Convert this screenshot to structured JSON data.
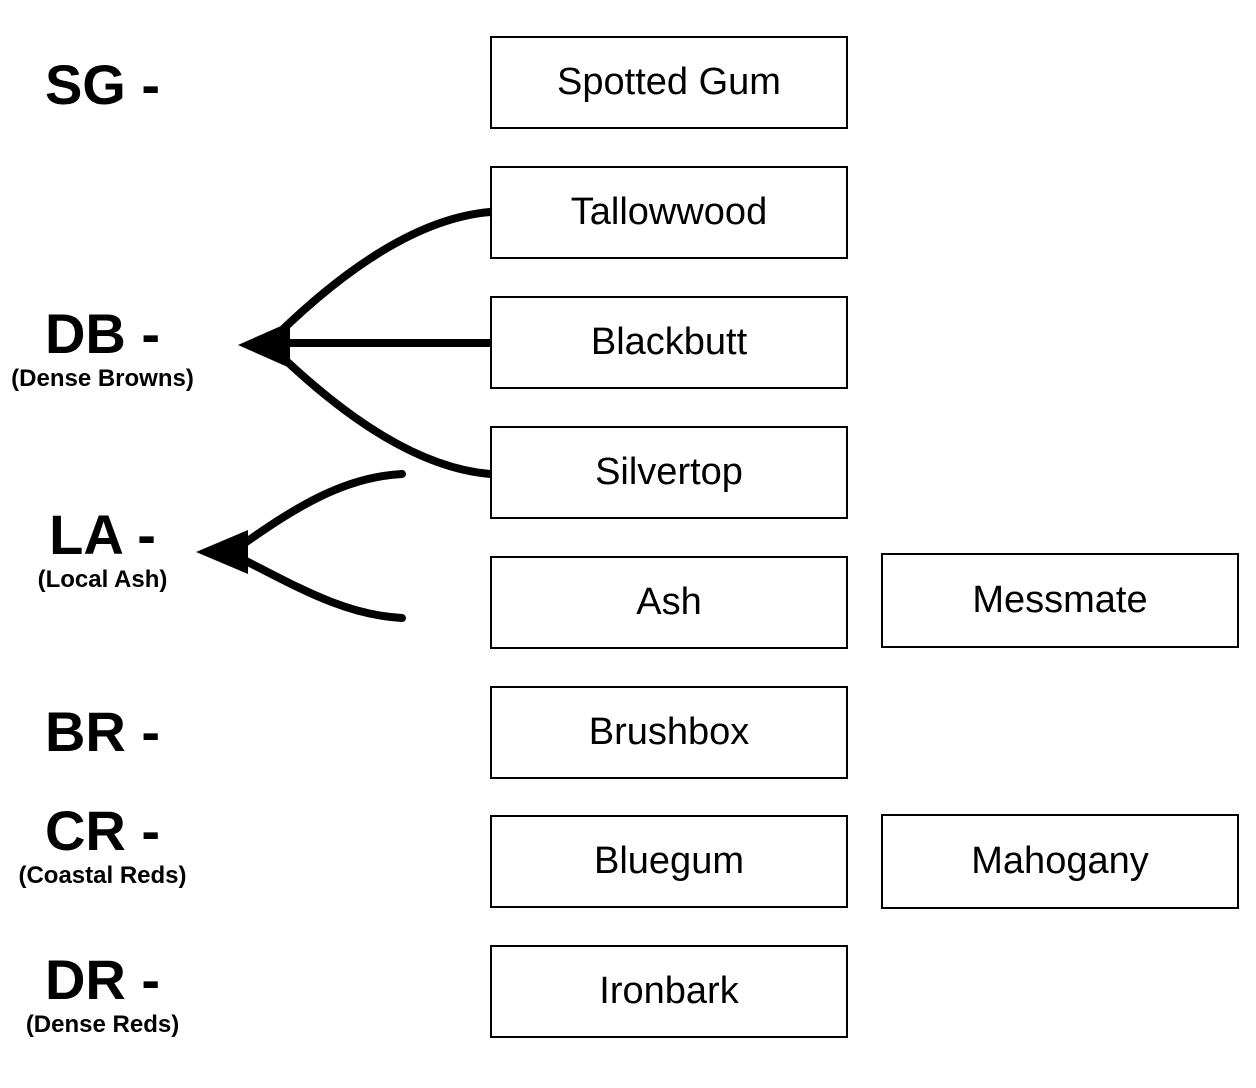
{
  "colors": {
    "ink": "#000000",
    "background": "#ffffff"
  },
  "groups": {
    "sg": {
      "code": "SG -"
    },
    "db": {
      "code": "DB -",
      "name": "(Dense Browns)"
    },
    "la": {
      "code": "LA -",
      "name": "(Local Ash)"
    },
    "br": {
      "code": "BR -"
    },
    "cr": {
      "code": "CR -",
      "name": "(Coastal Reds)"
    },
    "dr": {
      "code": "DR -",
      "name": "(Dense Reds)"
    }
  },
  "boxes": {
    "col1": [
      "Spotted Gum",
      "Tallowwood",
      "Blackbutt",
      "Silvertop",
      "Ash",
      "Brushbox",
      "Bluegum",
      "Ironbark"
    ],
    "col2": [
      "Messmate",
      "Mahogany"
    ]
  },
  "connections": [
    {
      "from": "Tallowwood",
      "to": "DB"
    },
    {
      "from": "Blackbutt",
      "to": "DB"
    },
    {
      "from": "Silvertop",
      "to": "DB"
    },
    {
      "from": "Silvertop",
      "to": "LA"
    },
    {
      "from": "Ash",
      "to": "LA"
    }
  ]
}
